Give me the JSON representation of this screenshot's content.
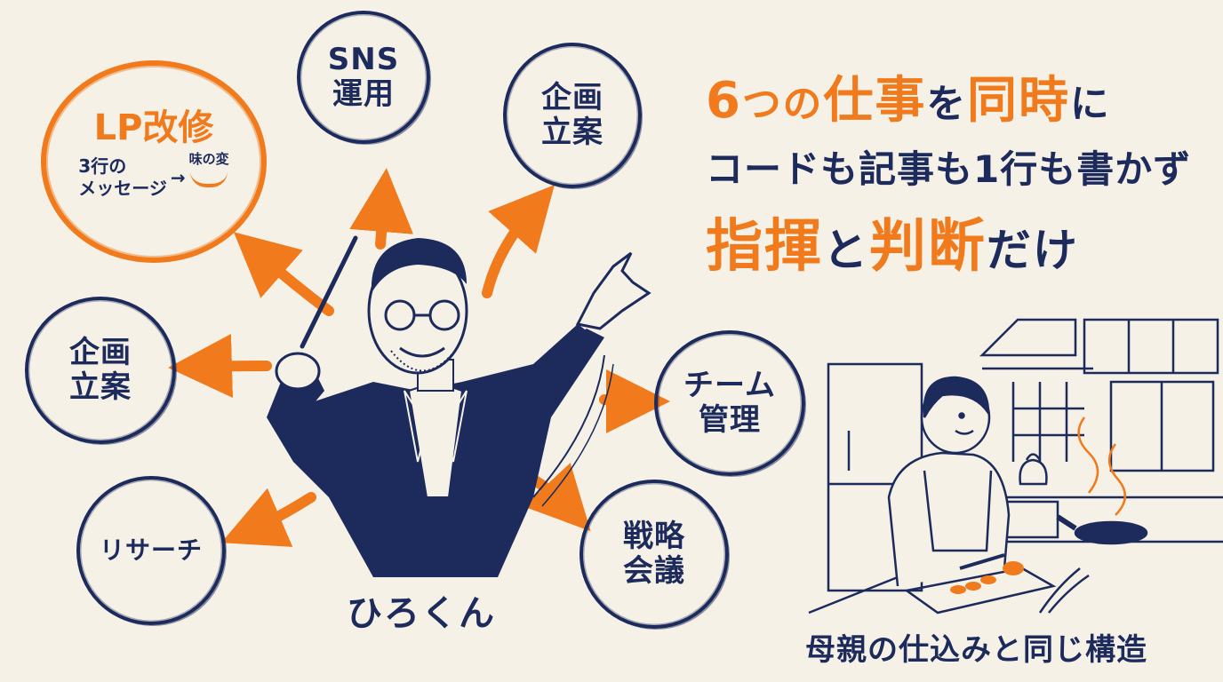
{
  "colors": {
    "background": "#f5f1e6",
    "accent_orange": "#f07a1c",
    "ink_navy": "#1c2a5c"
  },
  "headline": {
    "line1": {
      "num": "6",
      "tsu": "つの",
      "a": "仕事",
      "b": "を",
      "c": "同時",
      "d": "に"
    },
    "line2": "コードも記事も1行も書かず",
    "line3": {
      "a": "指揮",
      "b": "と",
      "c": "判断",
      "d": "だけ"
    }
  },
  "bubbles": {
    "lp": {
      "title": "LP改修",
      "sub_left_1": "3行の",
      "sub_left_2": "メッセージ",
      "arrow": "→",
      "sub_right": "味の変",
      "icon": "smile-icon"
    },
    "sns": {
      "line1": "SNS",
      "line2": "運用"
    },
    "planning_top": {
      "line1": "企画",
      "line2": "立案"
    },
    "planning_left": {
      "line1": "企画",
      "line2": "立案"
    },
    "research": {
      "line1": "リサーチ"
    },
    "team": {
      "line1": "チーム",
      "line2": "管理"
    },
    "strategy": {
      "line1": "戦略",
      "line2": "会議"
    }
  },
  "central_figure": {
    "name": "ひろくん",
    "description": "conductor-with-baton"
  },
  "kitchen_scene": {
    "caption": "母親の仕込みと同じ構造",
    "description": "mother-cooking-in-kitchen"
  }
}
